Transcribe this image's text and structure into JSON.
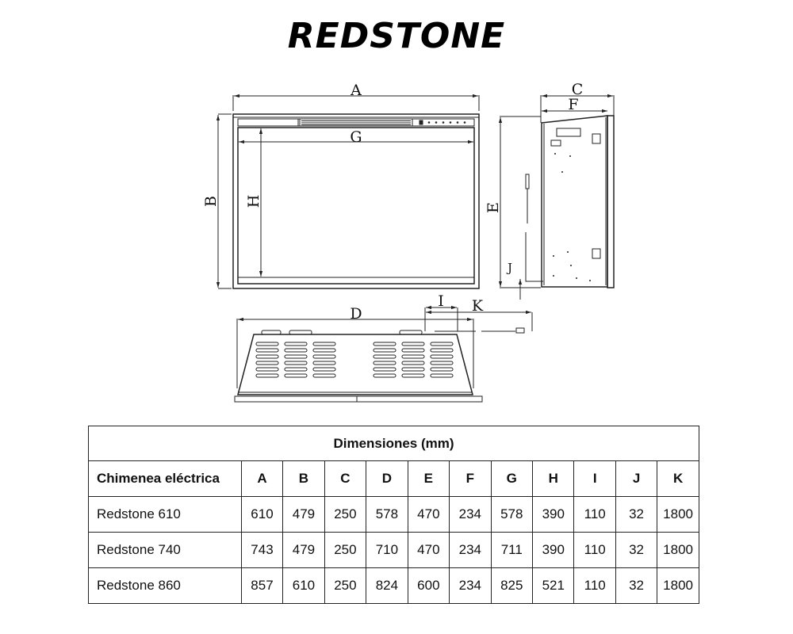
{
  "title": "REDSTONE",
  "drawing": {
    "front_view": {
      "labels": {
        "width": "A",
        "height": "B",
        "inner_width": "G",
        "inner_height": "H"
      }
    },
    "side_view": {
      "labels": {
        "depth": "C",
        "inner_depth": "F",
        "height": "E",
        "cable_offset": "J"
      }
    },
    "top_view": {
      "labels": {
        "width": "D",
        "cable_exit": "I",
        "cable_length": "K"
      }
    }
  },
  "table": {
    "caption": "Dimensiones (mm)",
    "headers": [
      "Chimenea eléctrica",
      "A",
      "B",
      "C",
      "D",
      "E",
      "F",
      "G",
      "H",
      "I",
      "J",
      "K"
    ],
    "rows": [
      [
        "Redstone 610",
        "610",
        "479",
        "250",
        "578",
        "470",
        "234",
        "578",
        "390",
        "110",
        "32",
        "1800"
      ],
      [
        "Redstone 740",
        "743",
        "479",
        "250",
        "710",
        "470",
        "234",
        "711",
        "390",
        "110",
        "32",
        "1800"
      ],
      [
        "Redstone 860",
        "857",
        "610",
        "250",
        "824",
        "600",
        "234",
        "825",
        "521",
        "110",
        "32",
        "1800"
      ]
    ]
  }
}
